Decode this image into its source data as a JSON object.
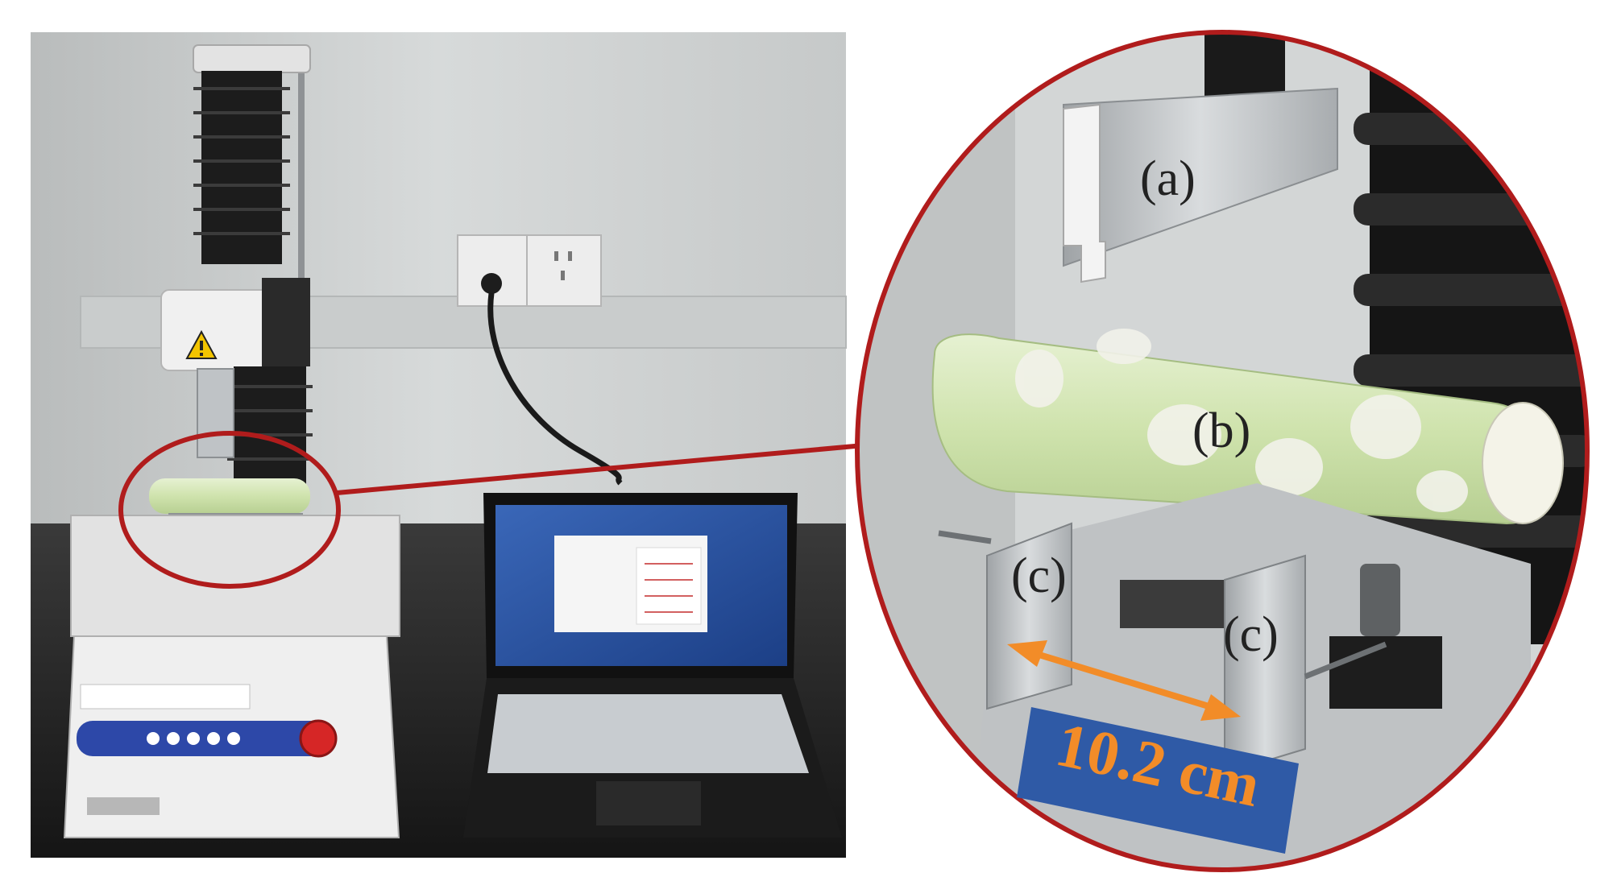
{
  "labels": {
    "a": "(a)",
    "b": "(b)",
    "c_left": "(c)",
    "c_right": "(c)"
  },
  "dimension": {
    "text": "10.2 cm",
    "badge_color": "#2f5aa6",
    "text_color": "#f28c28",
    "arrow_color": "#f28c28"
  },
  "colors": {
    "callout": "#b01c1c",
    "wall": "#d5d8d8",
    "bellows": "#1c1c1c",
    "sample": "#d3e6b4"
  }
}
